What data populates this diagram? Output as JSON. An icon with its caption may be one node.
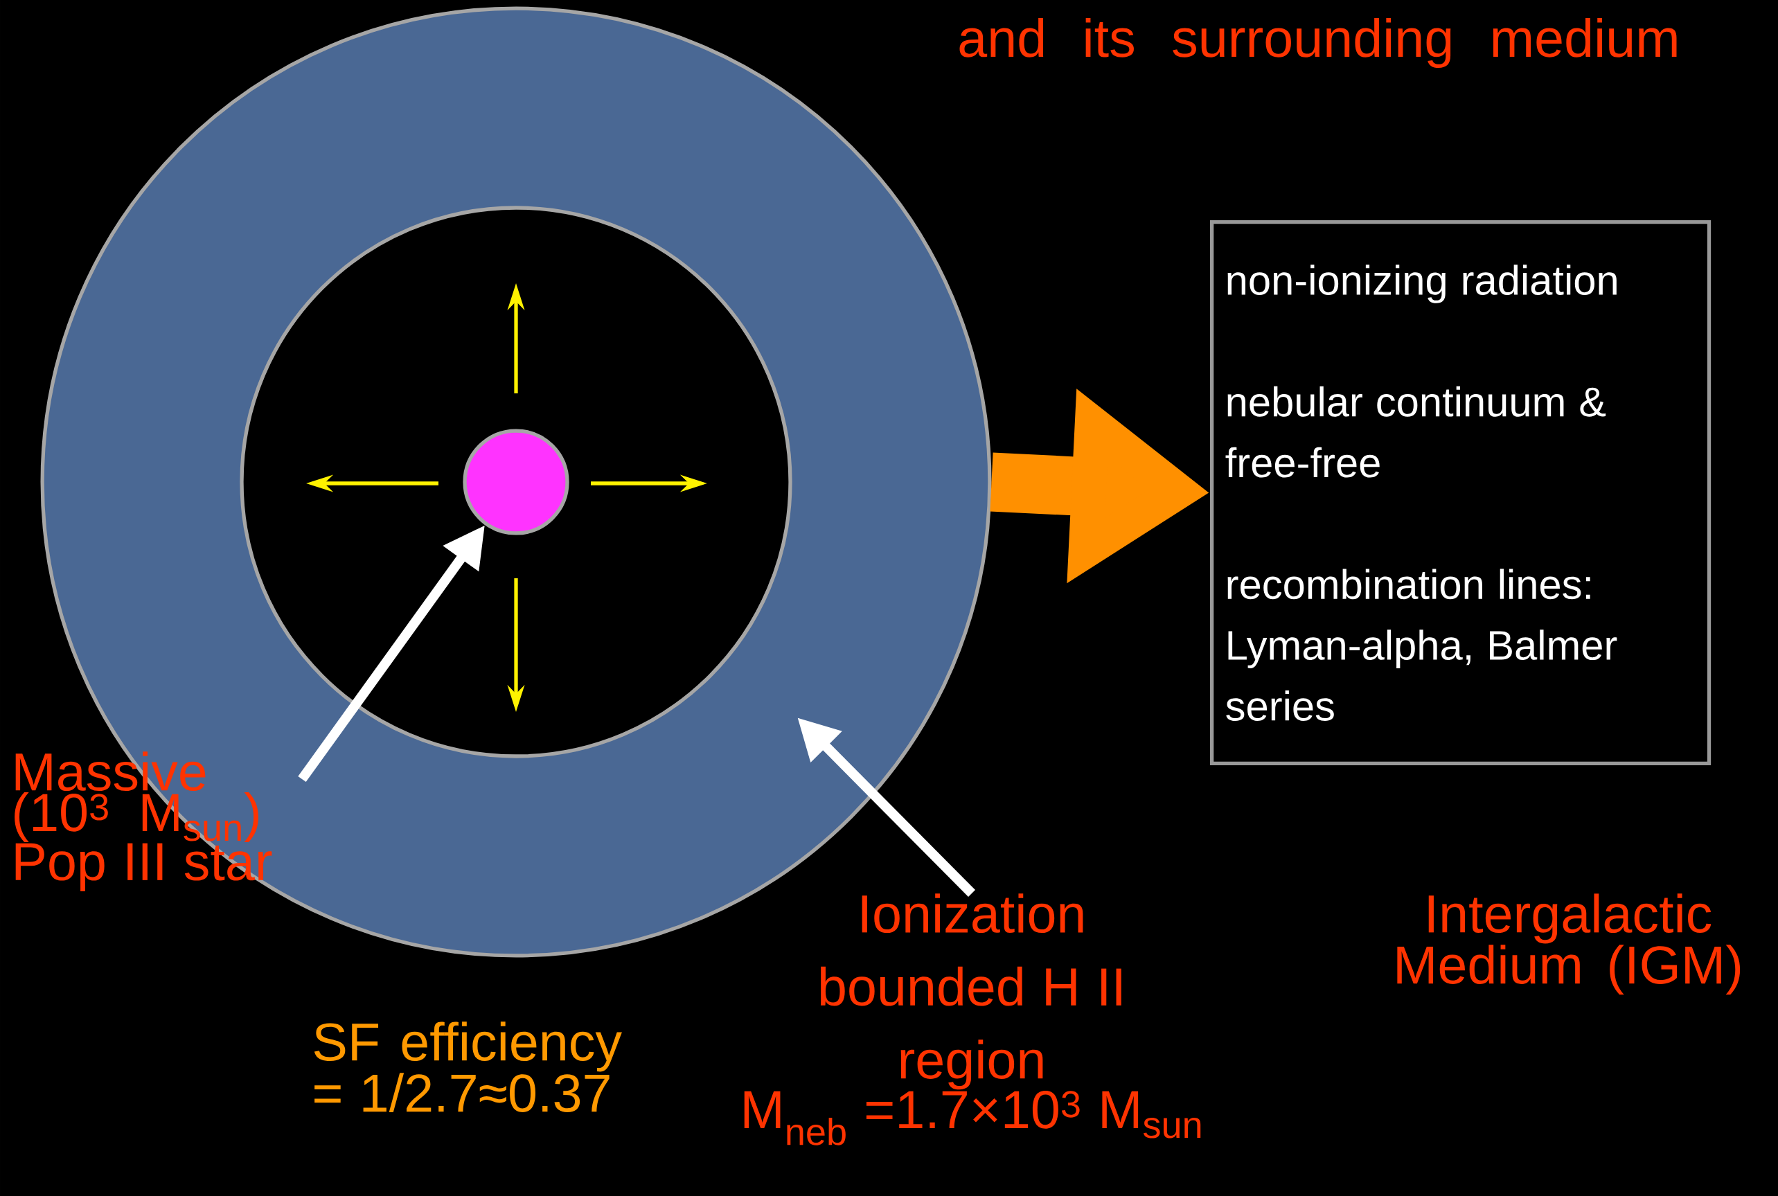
{
  "diagram": {
    "nodes": [
      {
        "text": [],
        "shape": "circle"
      },
      {
        "text": [],
        "shape": "circle",
        "in": 0
      },
      {
        "text": [
          "non-ionizing radiation",
          "nebular continuum & free-free",
          "recombination lines: Lyman-alpha, Balmer series"
        ]
      },
      {
        "text": [
          "Massive (10$^{3}$ M$_{sun}$) Pop III star"
        ]
      },
      {
        "text": [
          "Ionization bounded H II region",
          "M$_{neb}$ =1.7×10$^{3}$ M$_{sun}$"
        ]
      }
    ],
    "edges": [
      {
        "from": 3,
        "to": 1,
        "arrow": "to"
      },
      {
        "from": 4,
        "to": 0,
        "arrow": "to"
      },
      {
        "from": 0,
        "to": 2,
        "arrow": "to",
        "style": "thick",
        "color": "#ff9000"
      }
    ],
    "labels": [
      "and its surrounding medium",
      "SF efficiency = 1/2.7≈0.37",
      "Intergalactic Medium (IGM)"
    ]
  }
}
